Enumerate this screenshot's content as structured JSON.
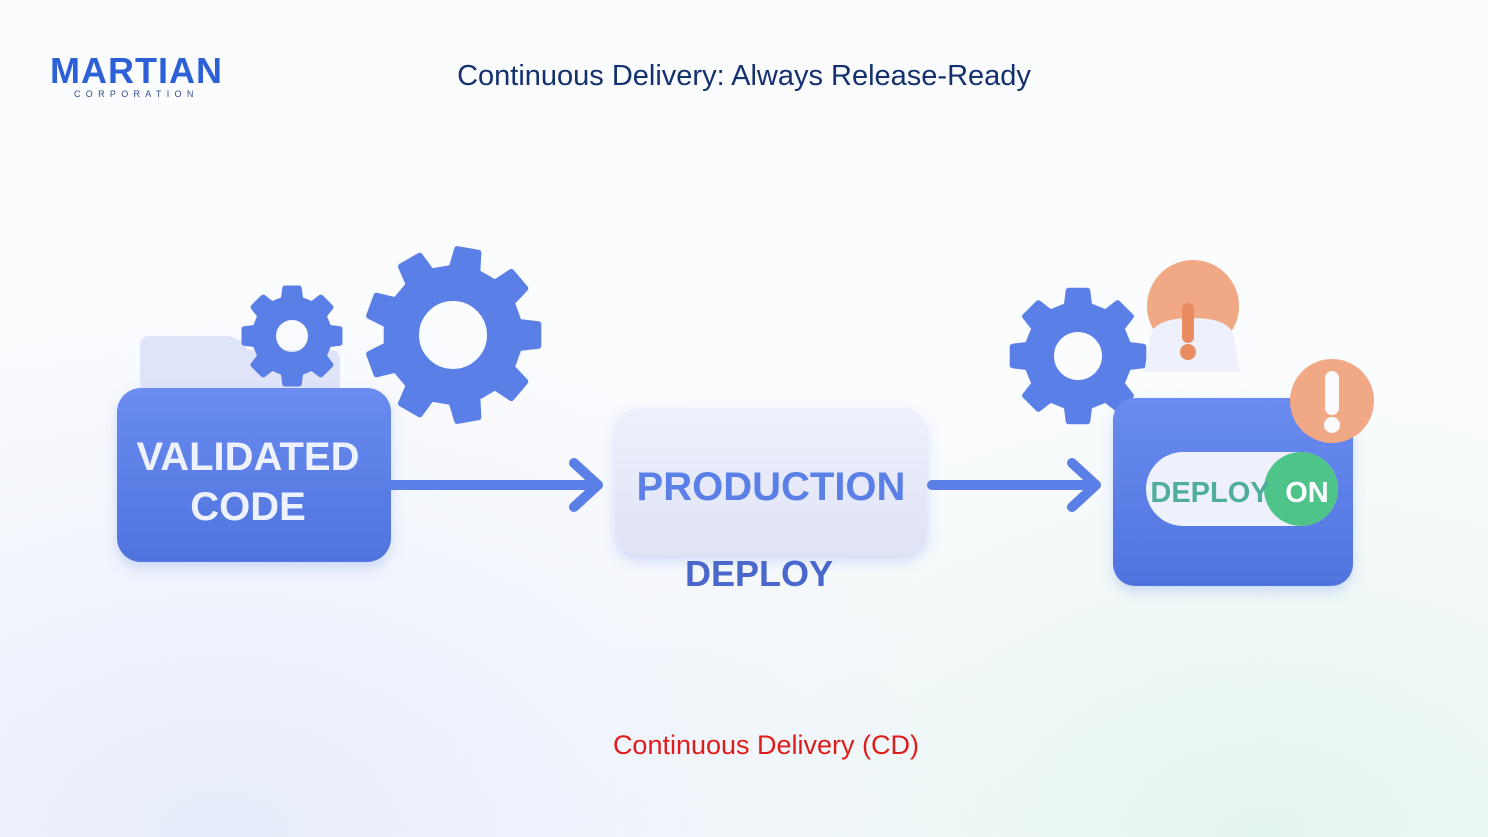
{
  "logo": {
    "name": "MARTIAN",
    "subtitle": "CORPORATION"
  },
  "page_title": "Continuous Delivery: Always Release-Ready",
  "stages": [
    {
      "id": "validated-code",
      "lines": [
        "VALIDATED",
        "CODE"
      ]
    },
    {
      "id": "production",
      "label": "PRODUCTION",
      "sublabel": "DEPLOY"
    },
    {
      "id": "deploy-toggle",
      "toggle_label": "DEPLOY",
      "toggle_state": "ON"
    }
  ],
  "caption": "Continuous Delivery (CD)",
  "colors": {
    "primary_blue": "#5a7fe6",
    "dark_navy": "#14306e",
    "caption_red": "#e01b1b",
    "toggle_green": "#4fc48a",
    "alert_orange": "#f0a57e",
    "production_box": "#e7e9f8"
  }
}
